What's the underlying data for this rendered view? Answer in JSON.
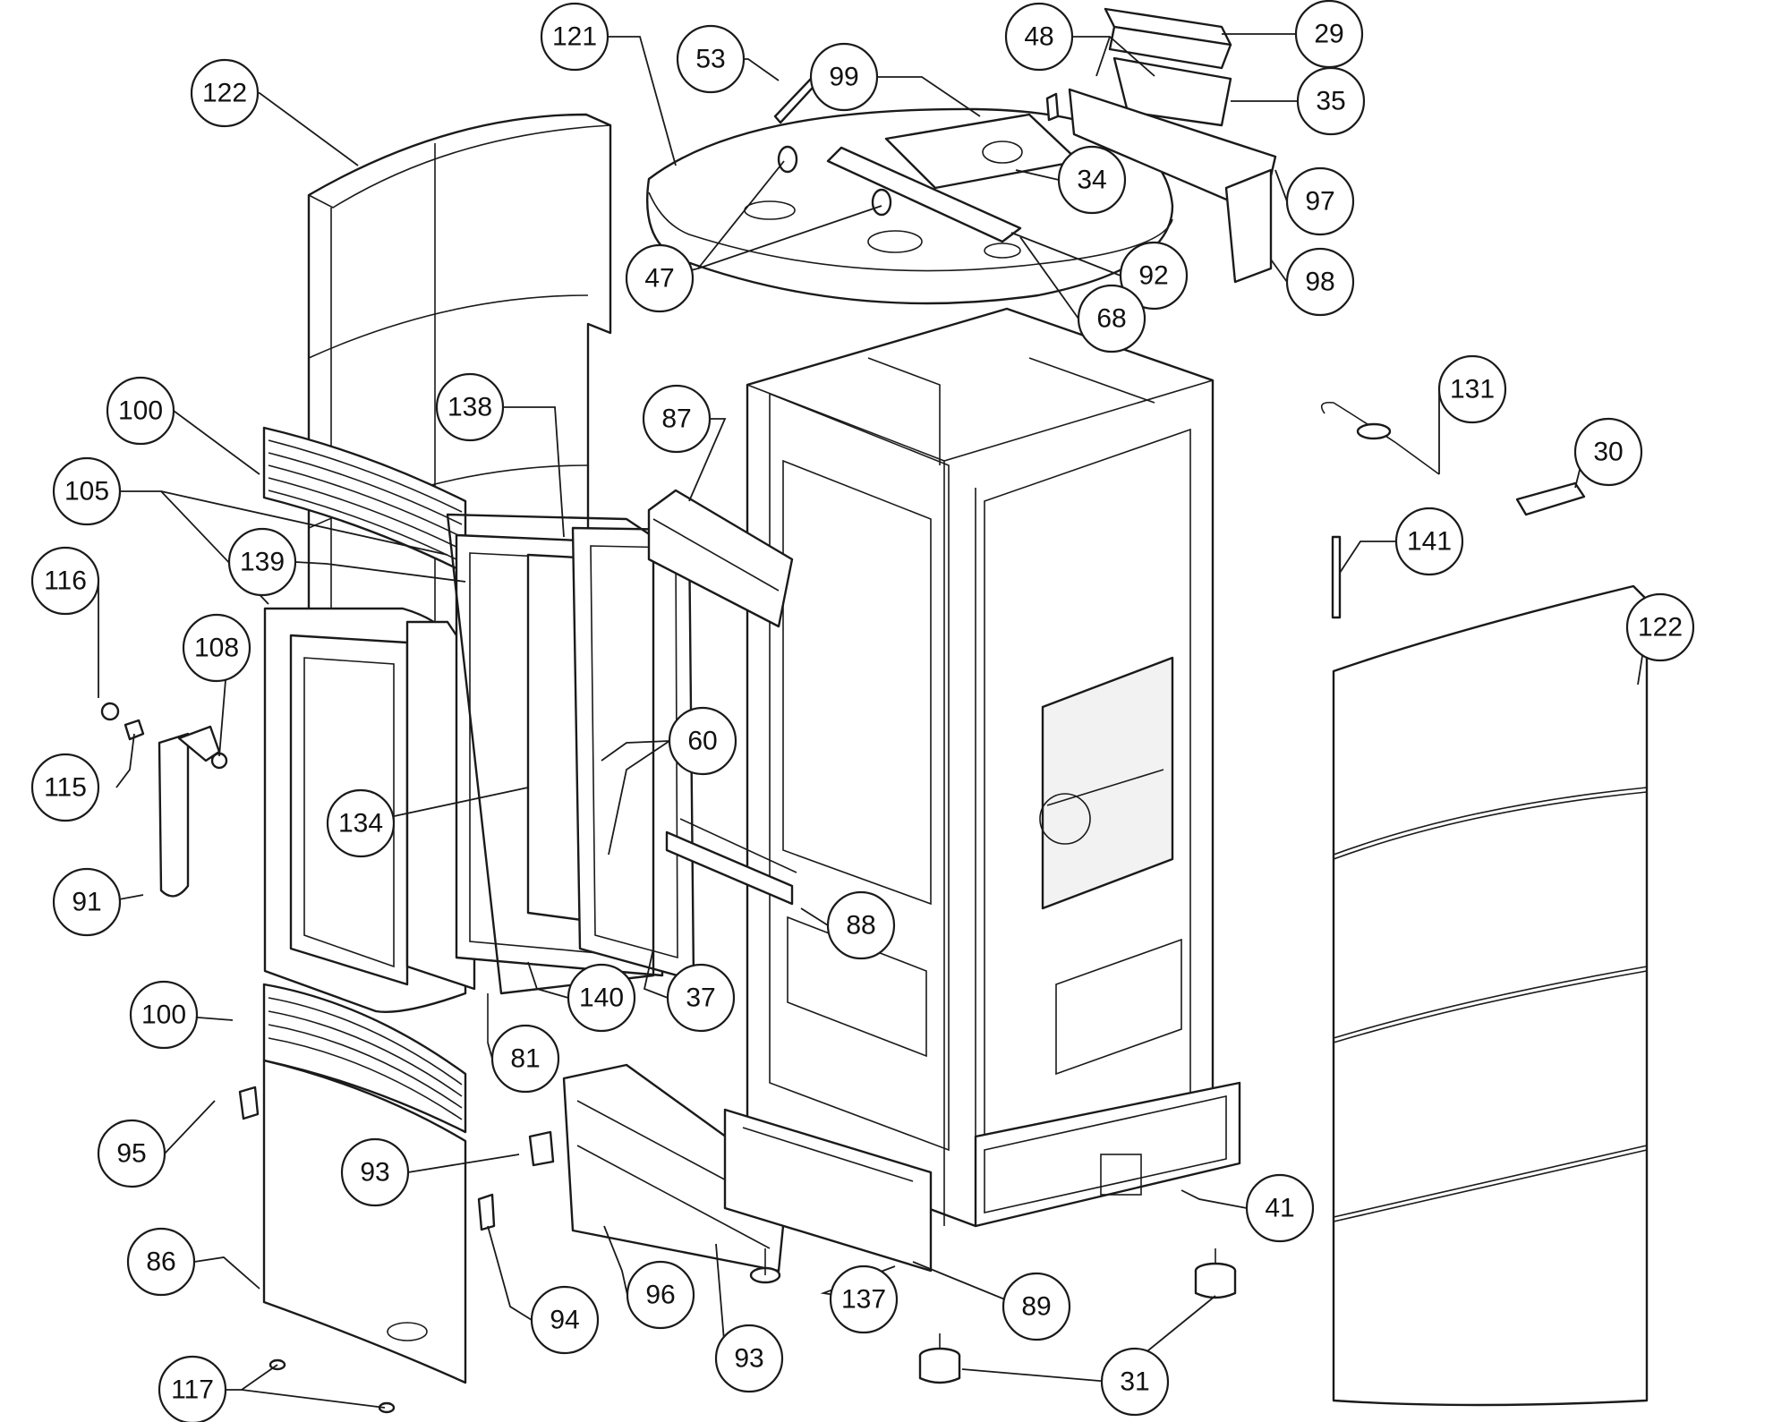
{
  "diagram": {
    "kind": "exploded parts diagram",
    "colors": {
      "line": "#1a1a1a",
      "background": "#ffffff",
      "callout_fill": "#ffffff"
    },
    "callouts": [
      {
        "id": "c29",
        "label": "29"
      },
      {
        "id": "c35",
        "label": "35"
      },
      {
        "id": "c48",
        "label": "48"
      },
      {
        "id": "c99",
        "label": "99"
      },
      {
        "id": "c53",
        "label": "53"
      },
      {
        "id": "c121",
        "label": "121"
      },
      {
        "id": "c122a",
        "label": "122"
      },
      {
        "id": "c34",
        "label": "34"
      },
      {
        "id": "c97",
        "label": "97"
      },
      {
        "id": "c47",
        "label": "47"
      },
      {
        "id": "c92",
        "label": "92"
      },
      {
        "id": "c98",
        "label": "98"
      },
      {
        "id": "c68",
        "label": "68"
      },
      {
        "id": "c131",
        "label": "131"
      },
      {
        "id": "c30",
        "label": "30"
      },
      {
        "id": "c141",
        "label": "141"
      },
      {
        "id": "c122b",
        "label": "122"
      },
      {
        "id": "c100a",
        "label": "100"
      },
      {
        "id": "c138",
        "label": "138"
      },
      {
        "id": "c87",
        "label": "87"
      },
      {
        "id": "c105",
        "label": "105"
      },
      {
        "id": "c139",
        "label": "139"
      },
      {
        "id": "c116",
        "label": "116"
      },
      {
        "id": "c108",
        "label": "108"
      },
      {
        "id": "c60",
        "label": "60"
      },
      {
        "id": "c115",
        "label": "115"
      },
      {
        "id": "c134",
        "label": "134"
      },
      {
        "id": "c91",
        "label": "91"
      },
      {
        "id": "c88",
        "label": "88"
      },
      {
        "id": "c140",
        "label": "140"
      },
      {
        "id": "c37",
        "label": "37"
      },
      {
        "id": "c100b",
        "label": "100"
      },
      {
        "id": "c81",
        "label": "81"
      },
      {
        "id": "c95",
        "label": "95"
      },
      {
        "id": "c93a",
        "label": "93"
      },
      {
        "id": "c41",
        "label": "41"
      },
      {
        "id": "c86",
        "label": "86"
      },
      {
        "id": "c96",
        "label": "96"
      },
      {
        "id": "c137",
        "label": "137"
      },
      {
        "id": "c89",
        "label": "89"
      },
      {
        "id": "c94",
        "label": "94"
      },
      {
        "id": "c93b",
        "label": "93"
      },
      {
        "id": "c117",
        "label": "117"
      },
      {
        "id": "c31",
        "label": "31"
      }
    ]
  }
}
